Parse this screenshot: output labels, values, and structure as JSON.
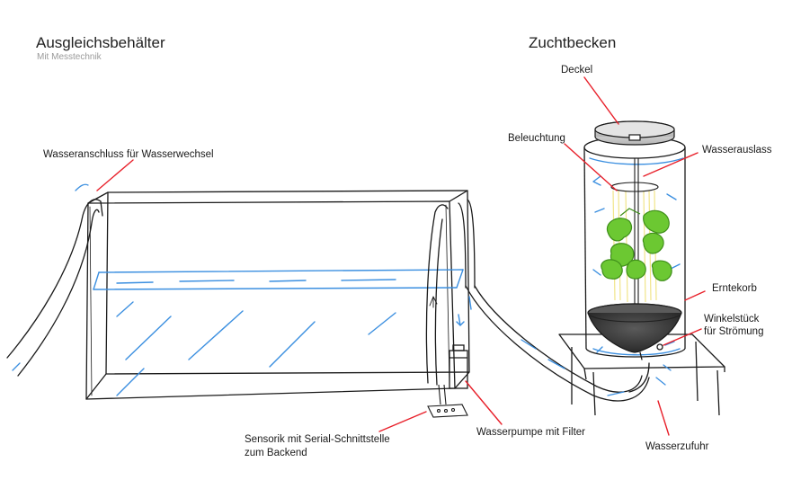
{
  "left": {
    "title": "Ausgleichsbehälter",
    "subtitle": "Mit Messtechnik"
  },
  "right": {
    "title": "Zuchtbecken"
  },
  "labels": {
    "deckel": "Deckel",
    "beleuchtung": "Beleuchtung",
    "wasserauslass": "Wasserauslass",
    "wasseranschluss": "Wasseranschluss für Wasserwechsel",
    "erntekorb": "Erntekorb",
    "winkelstueck_1": "Winkelstück",
    "winkelstueck_2": "für Strömung",
    "sensorik_1": "Sensorik mit Serial-Schnittstelle",
    "sensorik_2": "zum Backend",
    "wasserpumpe": "Wasserpumpe mit Filter",
    "wasserzufuhr": "Wasserzufuhr"
  },
  "colors": {
    "ink": "#1a1a1a",
    "water": "#3b8fe0",
    "leader": "#e8202a",
    "plant": "#6cc832",
    "plant_dark": "#3f8f1a",
    "basket": "#444444",
    "lid": "#cfcfcf"
  }
}
